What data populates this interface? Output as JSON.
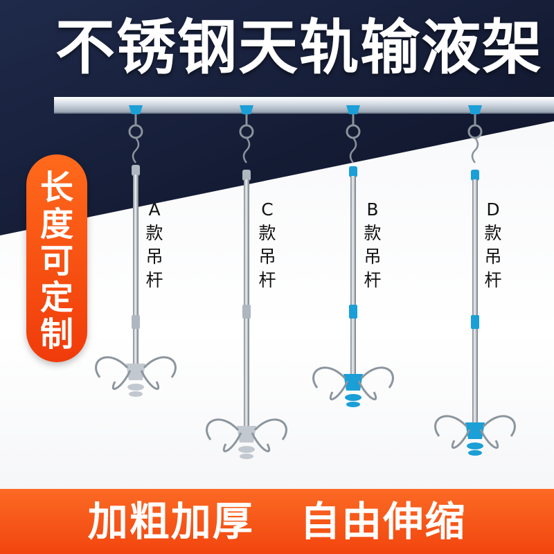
{
  "title": "不锈钢天轨输液架",
  "badge": [
    "长",
    "度",
    "可",
    "定",
    "制"
  ],
  "variants": [
    {
      "letter": "A",
      "chars": [
        "款",
        "吊",
        "杆"
      ],
      "accent": "#9aa6b3"
    },
    {
      "letter": "C",
      "chars": [
        "款",
        "吊",
        "杆"
      ],
      "accent": "#9aa6b3"
    },
    {
      "letter": "B",
      "chars": [
        "款",
        "吊",
        "杆"
      ],
      "accent": "#1a9fd6"
    },
    {
      "letter": "D",
      "chars": [
        "款",
        "吊",
        "杆"
      ],
      "accent": "#1a9fd6"
    }
  ],
  "bottom": {
    "left": "加粗加厚",
    "right": "自由伸缩"
  },
  "colors": {
    "navy": "#141b33",
    "orange": "#f2450f",
    "blue": "#1a9fd6",
    "steel": "#b9c0c8"
  }
}
